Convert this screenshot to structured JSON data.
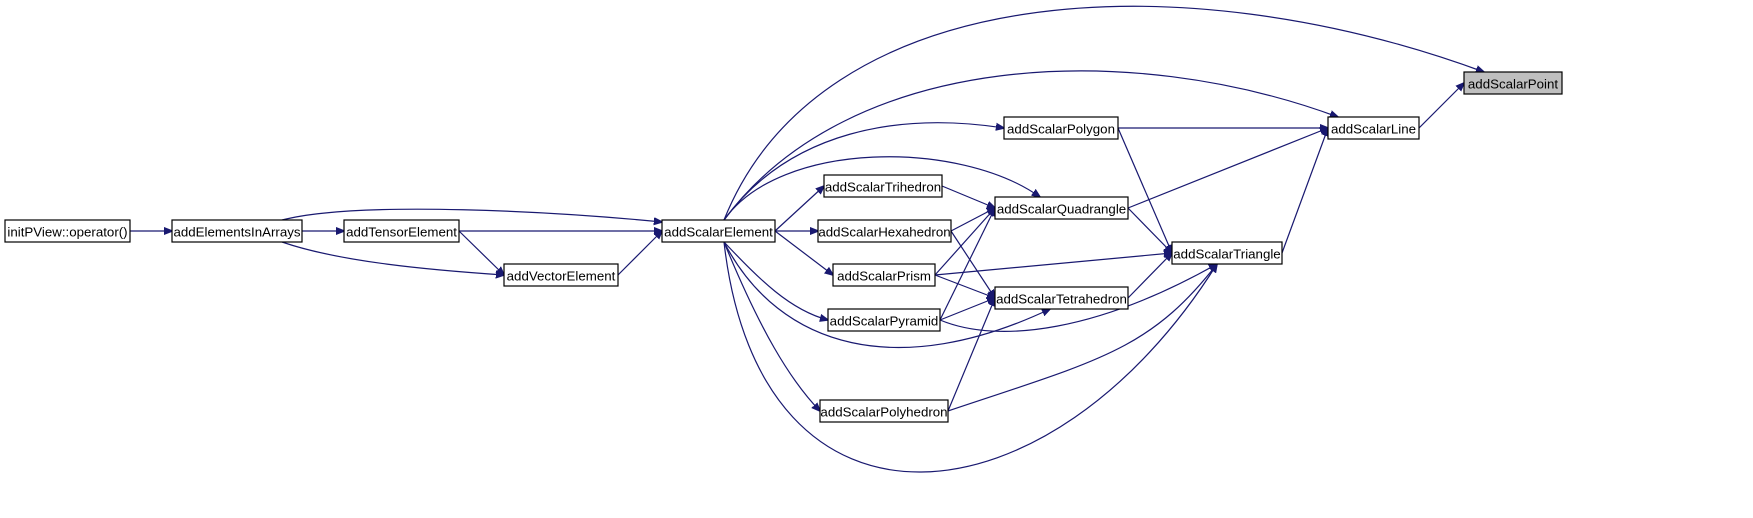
{
  "diagram": {
    "edge_color": "#191970",
    "highlight_fill": "#bfbfbf",
    "nodes": [
      {
        "id": "initPView",
        "label": "initPView::operator()",
        "highlighted": false
      },
      {
        "id": "addElementsInArrays",
        "label": "addElementsInArrays",
        "highlighted": false
      },
      {
        "id": "addTensorElement",
        "label": "addTensorElement",
        "highlighted": false
      },
      {
        "id": "addVectorElement",
        "label": "addVectorElement",
        "highlighted": false
      },
      {
        "id": "addScalarElement",
        "label": "addScalarElement",
        "highlighted": false
      },
      {
        "id": "addScalarTrihedron",
        "label": "addScalarTrihedron",
        "highlighted": false
      },
      {
        "id": "addScalarHexahedron",
        "label": "addScalarHexahedron",
        "highlighted": false
      },
      {
        "id": "addScalarPrism",
        "label": "addScalarPrism",
        "highlighted": false
      },
      {
        "id": "addScalarPyramid",
        "label": "addScalarPyramid",
        "highlighted": false
      },
      {
        "id": "addScalarPolyhedron",
        "label": "addScalarPolyhedron",
        "highlighted": false
      },
      {
        "id": "addScalarPolygon",
        "label": "addScalarPolygon",
        "highlighted": false
      },
      {
        "id": "addScalarQuadrangle",
        "label": "addScalarQuadrangle",
        "highlighted": false
      },
      {
        "id": "addScalarTetrahedron",
        "label": "addScalarTetrahedron",
        "highlighted": false
      },
      {
        "id": "addScalarTriangle",
        "label": "addScalarTriangle",
        "highlighted": false
      },
      {
        "id": "addScalarLine",
        "label": "addScalarLine",
        "highlighted": false
      },
      {
        "id": "addScalarPoint",
        "label": "addScalarPoint",
        "highlighted": true
      }
    ],
    "edges": [
      {
        "from": "addElementsInArrays",
        "to": "initPView"
      },
      {
        "from": "addTensorElement",
        "to": "addElementsInArrays"
      },
      {
        "from": "addVectorElement",
        "to": "addElementsInArrays"
      },
      {
        "from": "addScalarElement",
        "to": "addElementsInArrays"
      },
      {
        "from": "addVectorElement",
        "to": "addTensorElement"
      },
      {
        "from": "addScalarElement",
        "to": "addTensorElement"
      },
      {
        "from": "addScalarElement",
        "to": "addVectorElement"
      },
      {
        "from": "addScalarTrihedron",
        "to": "addScalarElement"
      },
      {
        "from": "addScalarHexahedron",
        "to": "addScalarElement"
      },
      {
        "from": "addScalarPrism",
        "to": "addScalarElement"
      },
      {
        "from": "addScalarPyramid",
        "to": "addScalarElement"
      },
      {
        "from": "addScalarPolyhedron",
        "to": "addScalarElement"
      },
      {
        "from": "addScalarPolygon",
        "to": "addScalarElement"
      },
      {
        "from": "addScalarQuadrangle",
        "to": "addScalarElement"
      },
      {
        "from": "addScalarTetrahedron",
        "to": "addScalarElement"
      },
      {
        "from": "addScalarTriangle",
        "to": "addScalarElement"
      },
      {
        "from": "addScalarLine",
        "to": "addScalarElement"
      },
      {
        "from": "addScalarPoint",
        "to": "addScalarElement"
      },
      {
        "from": "addScalarQuadrangle",
        "to": "addScalarTrihedron"
      },
      {
        "from": "addScalarQuadrangle",
        "to": "addScalarHexahedron"
      },
      {
        "from": "addScalarQuadrangle",
        "to": "addScalarPrism"
      },
      {
        "from": "addScalarQuadrangle",
        "to": "addScalarPyramid"
      },
      {
        "from": "addScalarTetrahedron",
        "to": "addScalarHexahedron"
      },
      {
        "from": "addScalarTetrahedron",
        "to": "addScalarPrism"
      },
      {
        "from": "addScalarTetrahedron",
        "to": "addScalarPyramid"
      },
      {
        "from": "addScalarTetrahedron",
        "to": "addScalarPolyhedron"
      },
      {
        "from": "addScalarTriangle",
        "to": "addScalarPrism"
      },
      {
        "from": "addScalarTriangle",
        "to": "addScalarPyramid"
      },
      {
        "from": "addScalarTriangle",
        "to": "addScalarPolyhedron"
      },
      {
        "from": "addScalarTriangle",
        "to": "addScalarQuadrangle"
      },
      {
        "from": "addScalarTriangle",
        "to": "addScalarTetrahedron"
      },
      {
        "from": "addScalarTriangle",
        "to": "addScalarPolygon"
      },
      {
        "from": "addScalarLine",
        "to": "addScalarPolygon"
      },
      {
        "from": "addScalarLine",
        "to": "addScalarQuadrangle"
      },
      {
        "from": "addScalarLine",
        "to": "addScalarTriangle"
      },
      {
        "from": "addScalarPoint",
        "to": "addScalarLine"
      }
    ]
  }
}
